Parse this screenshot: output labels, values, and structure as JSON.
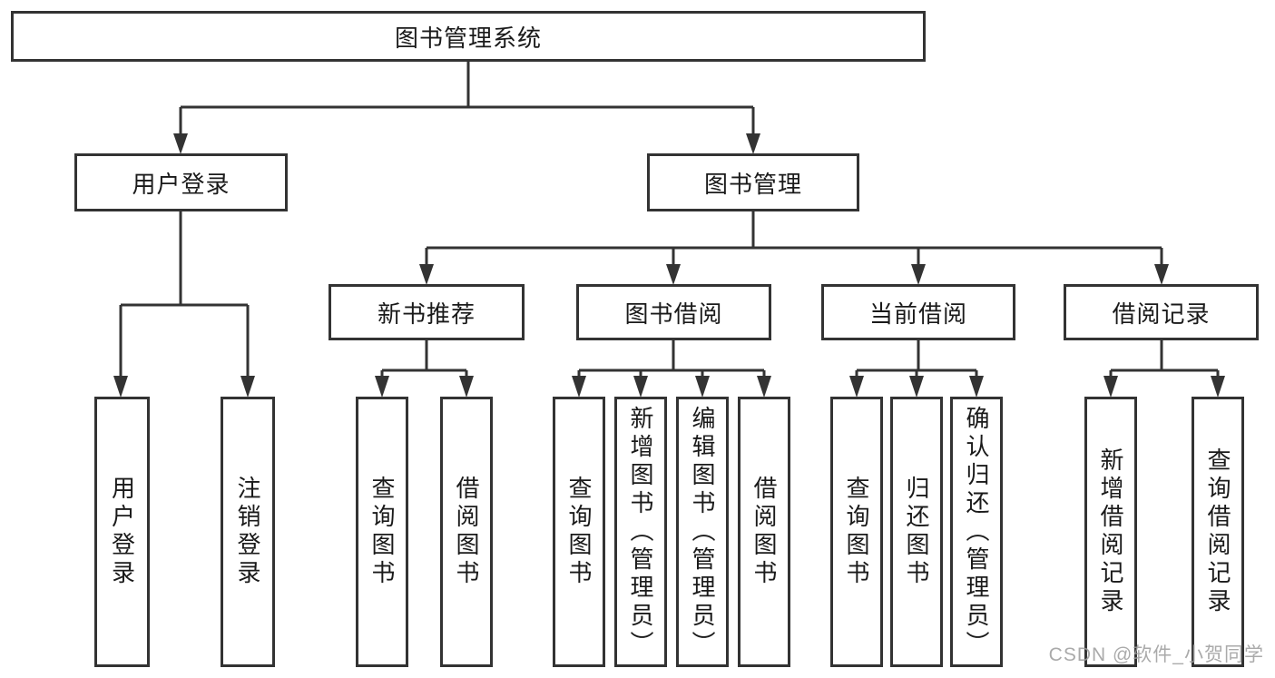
{
  "tree": {
    "root": {
      "label": "图书管理系统"
    },
    "branches": [
      {
        "label": "用户登录",
        "children": [
          {
            "label": "用户登录"
          },
          {
            "label": "注销登录"
          }
        ]
      },
      {
        "label": "图书管理",
        "children": [
          {
            "label": "新书推荐",
            "children": [
              {
                "label": "查询图书"
              },
              {
                "label": "借阅图书"
              }
            ]
          },
          {
            "label": "图书借阅",
            "children": [
              {
                "label": "查询图书"
              },
              {
                "label": "新增图书（管理员）"
              },
              {
                "label": "编辑图书（管理员）"
              },
              {
                "label": "借阅图书"
              }
            ]
          },
          {
            "label": "当前借阅",
            "children": [
              {
                "label": "查询图书"
              },
              {
                "label": "归还图书"
              },
              {
                "label": "确认归还（管理员）"
              }
            ]
          },
          {
            "label": "借阅记录",
            "children": [
              {
                "label": "新增借阅记录"
              },
              {
                "label": "查询借阅记录"
              }
            ]
          }
        ]
      }
    ]
  },
  "watermark": {
    "text": "CSDN @软件_小贺同学"
  },
  "colors": {
    "line": "#333333",
    "box_border": "#333333",
    "text": "#1a1a1a",
    "watermark": "#9b9b9b",
    "background": "#ffffff"
  }
}
